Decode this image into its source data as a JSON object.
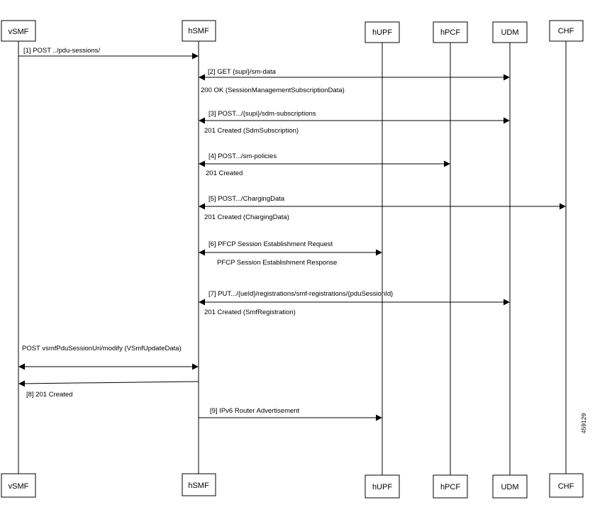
{
  "participants": {
    "vsmf": "vSMF",
    "hsmf": "hSMF",
    "hupf": "hUPF",
    "hpcf": "hPCF",
    "udm": "UDM",
    "chf": "CHF"
  },
  "messages": {
    "m1": "[1] POST ../pdu-sessions/",
    "m2": "[2] GET {supi}/sm-data",
    "m2r": "200 OK (SessionManagementSubscriptionData)",
    "m3": "[3] POST.../{supi}/sdm-subscriptions",
    "m3r": "201 Created (SdmSubscription)",
    "m4": "[4] POST.../sm-policies",
    "m4r": "201 Created",
    "m5": "[5] POST.../ChargingData",
    "m5r": "201 Created (ChargingData)",
    "m6": "[6] PFCP Session Establishment Request",
    "m6r": "PFCP Session Establishment Response",
    "m7": "[7] PUT.../{ueId}/registrations/smf-registrations/{pduSessionId}",
    "m7r": "201 Created (SmfRegistration)",
    "mu": "POST vsmfPduSessionUri/modify (VSmfUpdateData)",
    "m8": "[8] 201 Created",
    "m9": "[9] IPv6 Router Advertisement"
  },
  "figure_id": "459129"
}
